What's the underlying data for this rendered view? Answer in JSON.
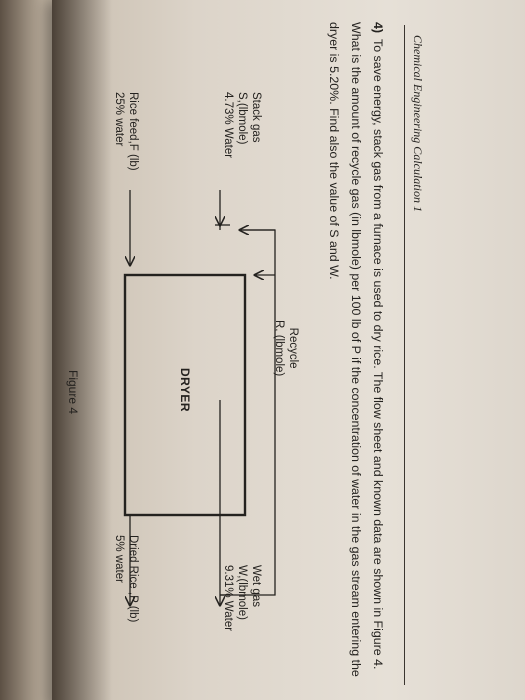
{
  "header": "Chemical Engineering Calculation 1",
  "question": {
    "number": "4)",
    "text": "To save energy, stack gas from a furnace is used to dry rice. The flow sheet and known data are shown in Figure 4. What is the amount of recycle gas (in lbmole) per 100 lb of P if the concentration of water in the gas stream entering the dryer is 5.20%. Find also the value of S and W."
  },
  "diagram": {
    "stack_gas": [
      "Stack gas",
      "S,(lbmole)",
      "4.73% Water"
    ],
    "rice_feed": [
      "Rice feed,F (lb)",
      "25% water"
    ],
    "recycle": [
      "Recycle",
      "R, (lbmole)"
    ],
    "wet_gas": [
      "Wet gas",
      "W,(lbmole)",
      "9.31% Water"
    ],
    "dried_rice": [
      "Dried Rice ,P (lb)",
      "5% water"
    ],
    "dryer": "DRYER",
    "caption": "Figure 4"
  }
}
